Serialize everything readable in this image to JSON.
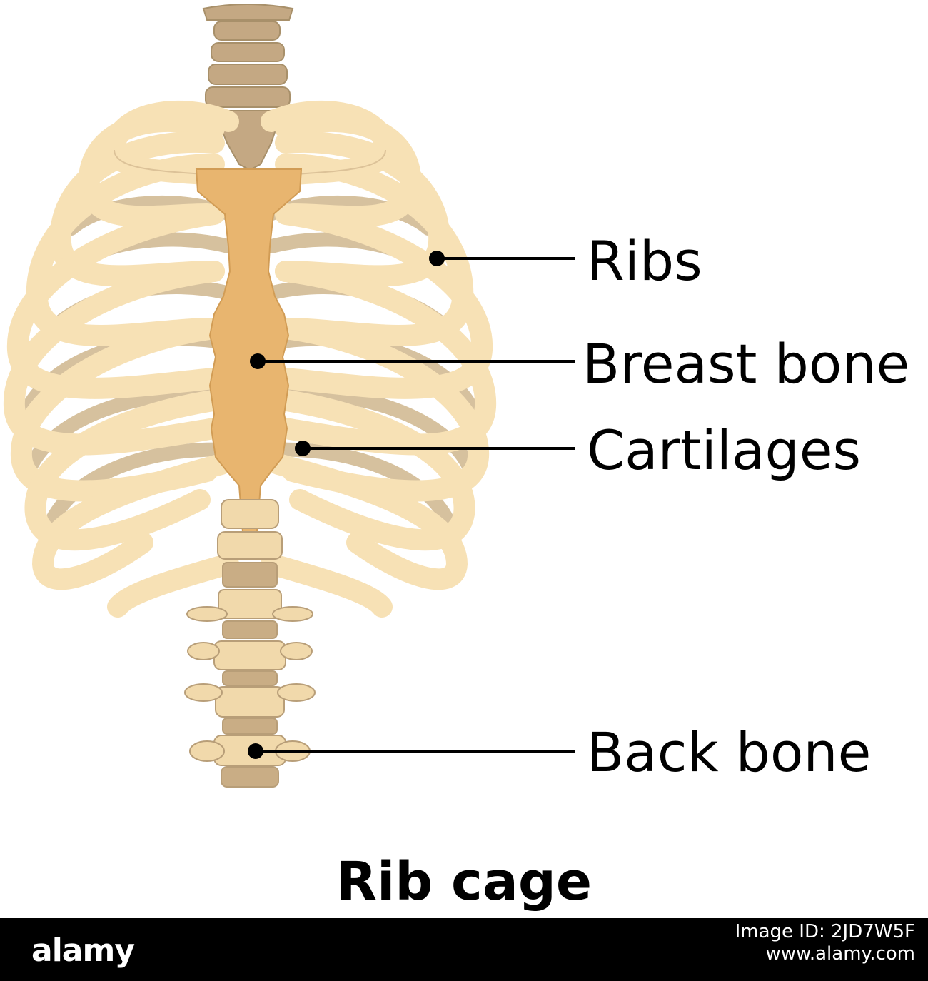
{
  "colors": {
    "background": "#ffffff",
    "rib_front": "#f7e1b5",
    "rib_back": "#d6c19e",
    "outline": "#b9a27e",
    "breast_bone": "#e8b56f",
    "vertebra_light": "#f1d9ab",
    "vertebra_dark": "#c9ad85",
    "cervical": "#c4a883",
    "leader_line": "#000000",
    "footer_background": "#000000",
    "footer_text": "#ffffff"
  },
  "labels": {
    "ribs": "Ribs",
    "breast_bone": "Breast bone",
    "cartilages": "Cartilages",
    "back_bone": "Back bone"
  },
  "title": "Rib cage",
  "footer": {
    "brand": "alamy",
    "image_id": "Image ID: 2JD7W5F",
    "site": "www.alamy.com"
  }
}
